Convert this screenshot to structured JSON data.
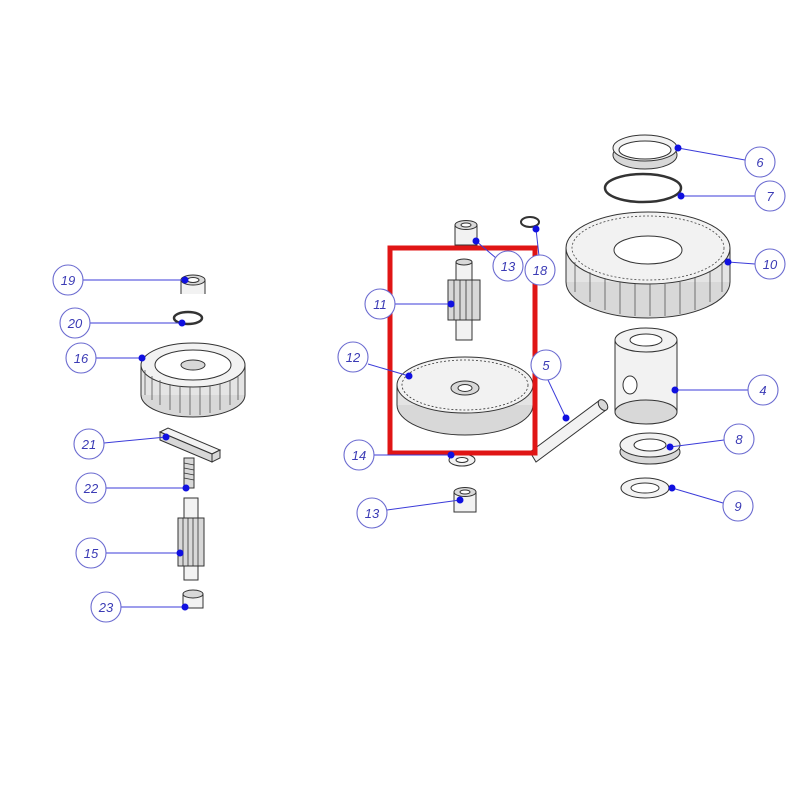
{
  "callouts": {
    "c19": "19",
    "c20": "20",
    "c16": "16",
    "c21": "21",
    "c22": "22",
    "c15": "15",
    "c23": "23",
    "c11": "11",
    "c12": "12",
    "c13a": "13",
    "c18": "18",
    "c5": "5",
    "c14": "14",
    "c13b": "13",
    "c6": "6",
    "c7": "7",
    "c10": "10",
    "c4": "4",
    "c8": "8",
    "c9": "9"
  },
  "colors": {
    "highlight": "#e01515",
    "callout_text": "#3b3bb5",
    "leader_dot": "#1010e0"
  }
}
